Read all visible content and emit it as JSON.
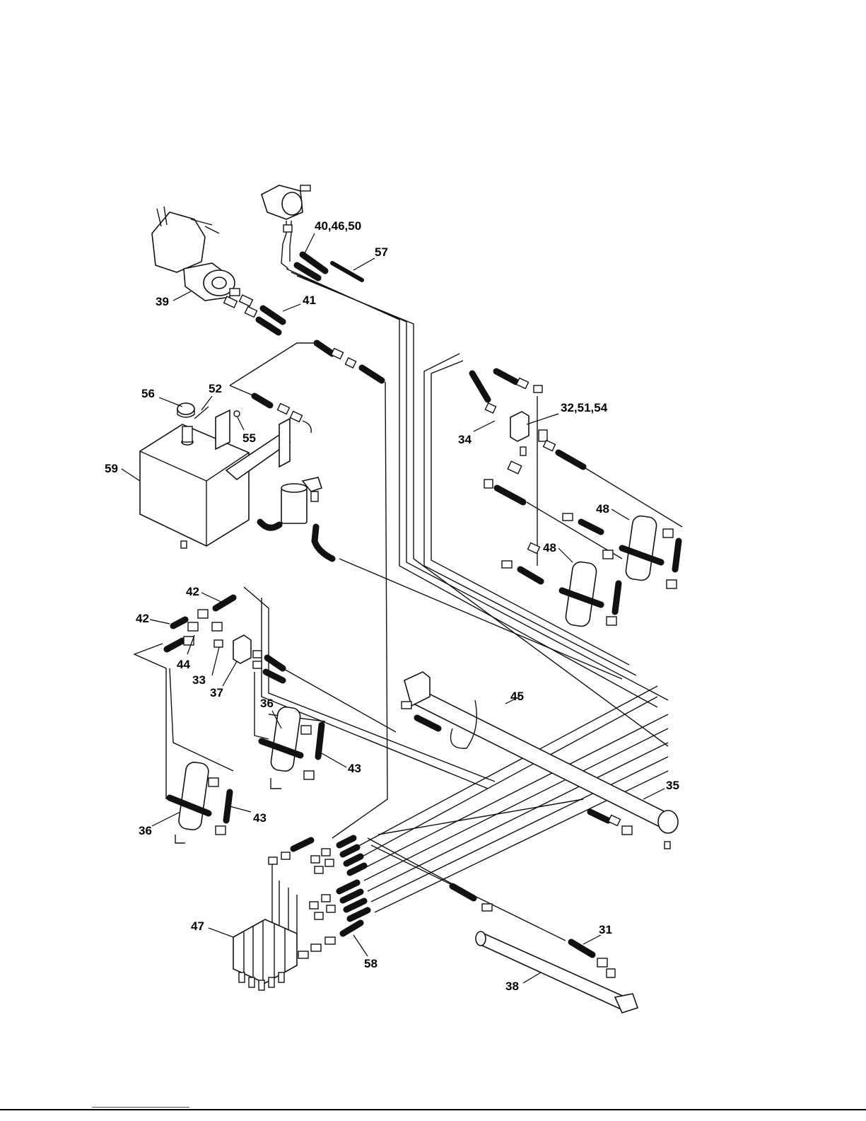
{
  "callouts": [
    {
      "id": "c31",
      "text": "31"
    },
    {
      "id": "c32",
      "text": "32,51,54"
    },
    {
      "id": "c33",
      "text": "33"
    },
    {
      "id": "c34",
      "text": "34"
    },
    {
      "id": "c35",
      "text": "35"
    },
    {
      "id": "c36a",
      "text": "36"
    },
    {
      "id": "c36b",
      "text": "36"
    },
    {
      "id": "c37",
      "text": "37"
    },
    {
      "id": "c38",
      "text": "38"
    },
    {
      "id": "c39",
      "text": "39"
    },
    {
      "id": "c40",
      "text": "40,46,50"
    },
    {
      "id": "c41",
      "text": "41"
    },
    {
      "id": "c42a",
      "text": "42"
    },
    {
      "id": "c42b",
      "text": "42"
    },
    {
      "id": "c43a",
      "text": "43"
    },
    {
      "id": "c43b",
      "text": "43"
    },
    {
      "id": "c44",
      "text": "44"
    },
    {
      "id": "c45",
      "text": "45"
    },
    {
      "id": "c47",
      "text": "47"
    },
    {
      "id": "c48a",
      "text": "48"
    },
    {
      "id": "c48b",
      "text": "48"
    },
    {
      "id": "c52",
      "text": "52"
    },
    {
      "id": "c55",
      "text": "55"
    },
    {
      "id": "c56",
      "text": "56"
    },
    {
      "id": "c57",
      "text": "57"
    },
    {
      "id": "c58",
      "text": "58"
    },
    {
      "id": "c59",
      "text": "59"
    }
  ]
}
